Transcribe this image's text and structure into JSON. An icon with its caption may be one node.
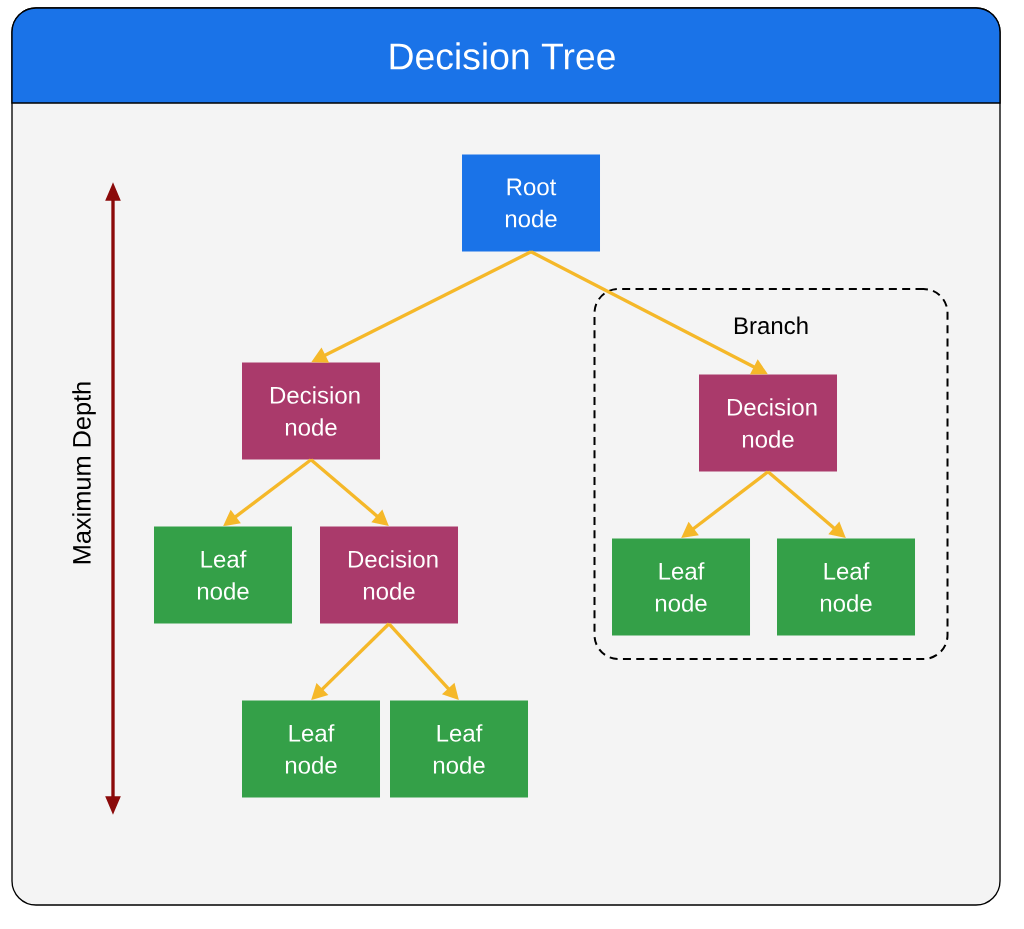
{
  "diagram": {
    "title": "Decision Tree",
    "nodes": [
      {
        "text": [
          "Root node"
        ]
      },
      {
        "text": [
          "Decision node"
        ]
      },
      {
        "text": [
          "Branch"
        ]
      },
      {
        "text": [
          "Decision node"
        ],
        "in": 2
      },
      {
        "text": [
          "Leaf node"
        ]
      },
      {
        "text": [
          "Decision node"
        ]
      },
      {
        "text": [
          "Leaf node"
        ],
        "in": 2
      },
      {
        "text": [
          "Leaf node"
        ],
        "in": 2
      },
      {
        "text": [
          "Leaf node"
        ]
      },
      {
        "text": [
          "Leaf node"
        ]
      }
    ],
    "edges": [
      {
        "from": 0,
        "to": 1,
        "arrow": "to"
      },
      {
        "from": 0,
        "to": 3,
        "arrow": "to"
      },
      {
        "from": 1,
        "to": 4,
        "arrow": "to"
      },
      {
        "from": 1,
        "to": 5,
        "arrow": "to"
      },
      {
        "from": 3,
        "to": 6,
        "arrow": "to"
      },
      {
        "from": 3,
        "to": 7,
        "arrow": "to"
      },
      {
        "from": 5,
        "to": 8,
        "arrow": "to"
      },
      {
        "from": 5,
        "to": 9,
        "arrow": "to"
      }
    ],
    "labels": [
      "Maximum Depth"
    ]
  }
}
